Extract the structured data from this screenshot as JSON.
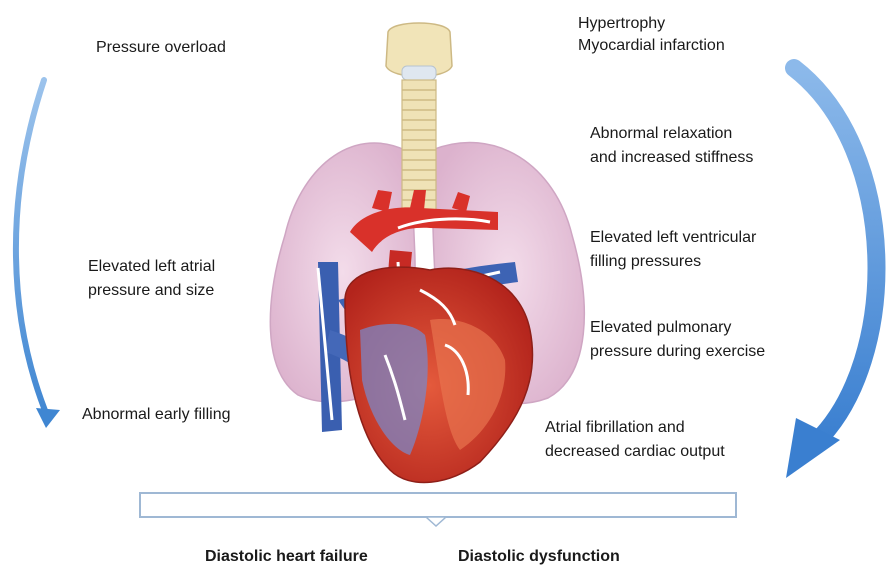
{
  "labels": {
    "pressure_overload": "Pressure overload",
    "hypertrophy": "Hypertrophy",
    "myocardial_infarction": "Myocardial infarction",
    "abnormal_relaxation_1": "Abnormal relaxation",
    "abnormal_relaxation_2": "and increased stiffness",
    "elevated_lv_1": "Elevated left ventricular",
    "elevated_lv_2": "filling pressures",
    "elevated_la_1": "Elevated left atrial",
    "elevated_la_2": "pressure and size",
    "elevated_pulm_1": "Elevated pulmonary",
    "elevated_pulm_2": "pressure during exercise",
    "abnormal_early_filling": "Abnormal early filling",
    "af_1": "Atrial fibrillation and",
    "af_2": "decreased cardiac output"
  },
  "outcomes": {
    "left": "Diastolic heart failure",
    "right": "Diastolic dysfunction"
  },
  "colors": {
    "cycle_arrow": "#4a8fd6",
    "artery": "#d9312a",
    "vein": "#3a5fb0",
    "lung": "#e9c6dd",
    "trachea": "#efe2b6",
    "bracket": "#9fb8d4"
  }
}
